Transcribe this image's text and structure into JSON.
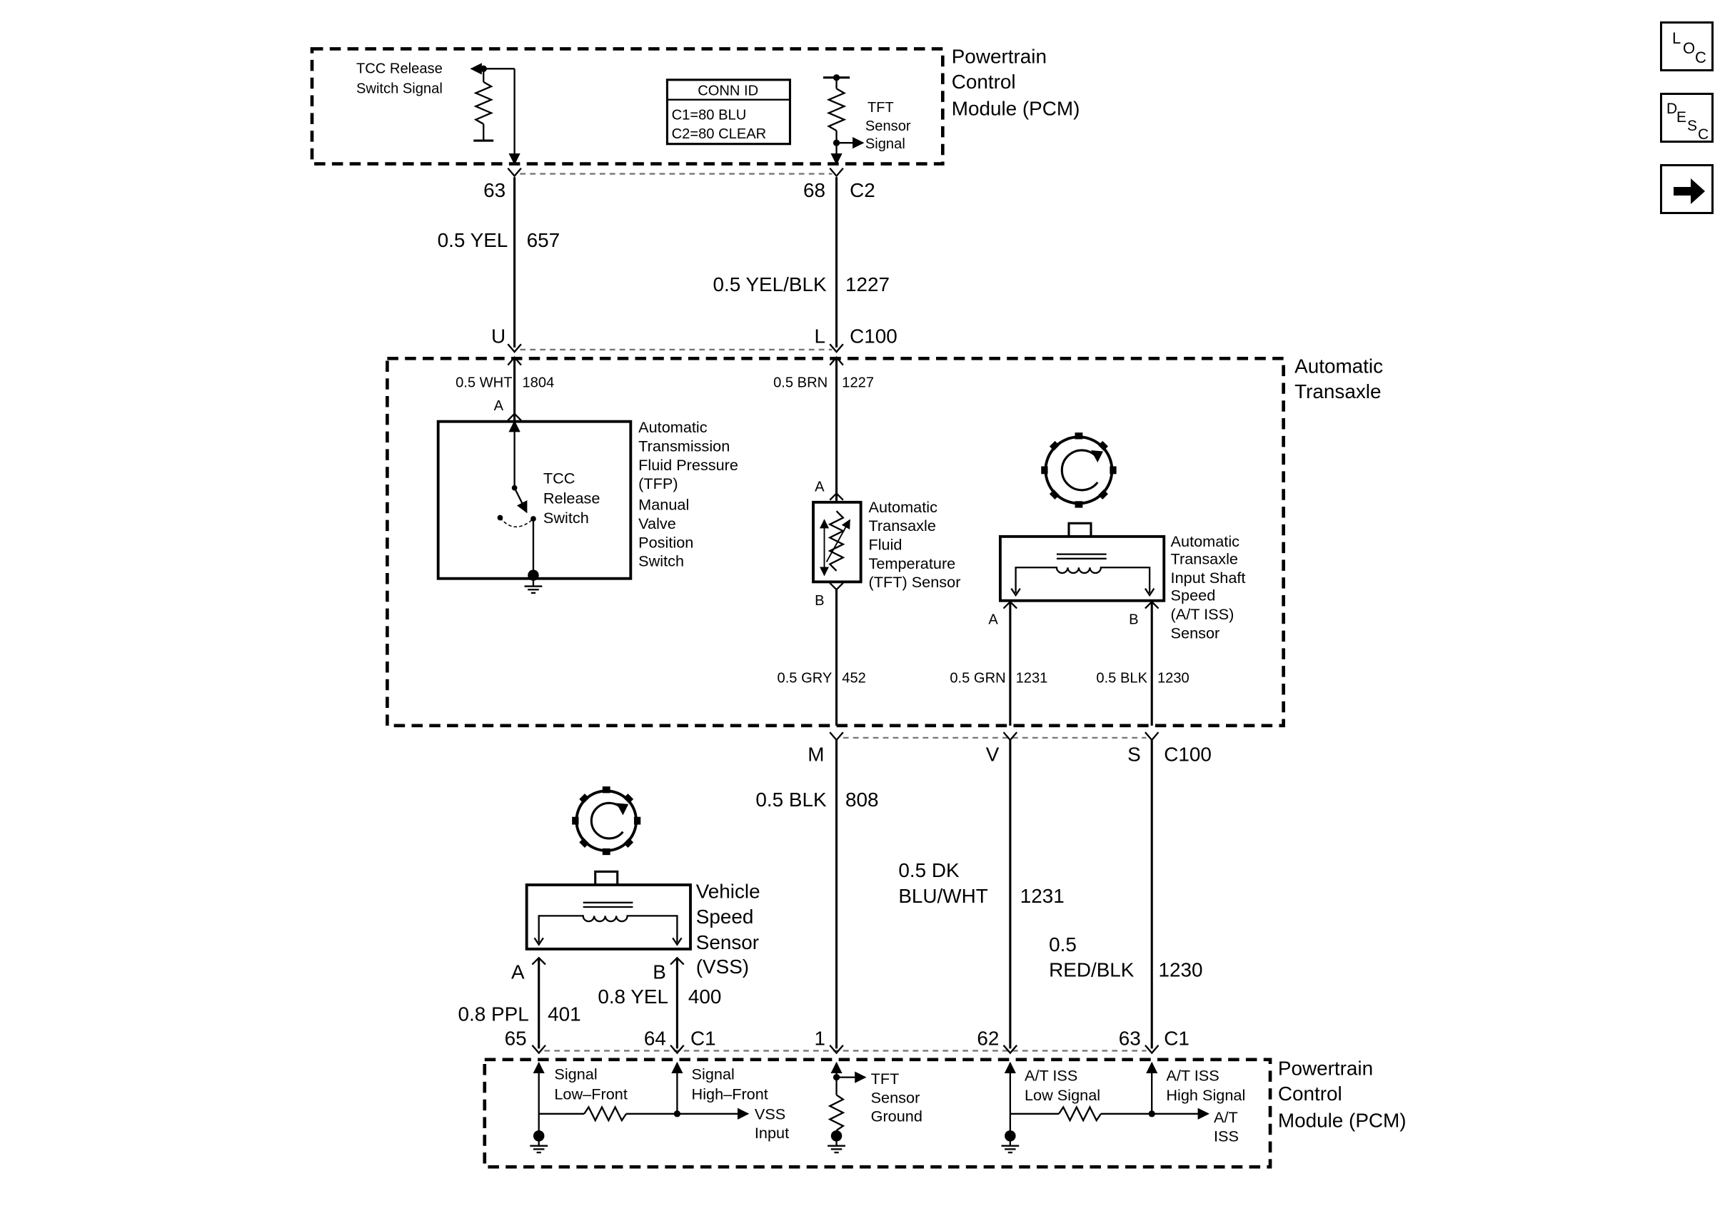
{
  "side_buttons": {
    "loc": {
      "l1": "L",
      "l2": "O",
      "l3": "C"
    },
    "desc": {
      "l1": "D",
      "l2": "E",
      "l3": "S",
      "l4": "C"
    },
    "next": {
      "icon": "arrow-right-icon"
    }
  },
  "pcm_top": {
    "title": [
      "Powertrain",
      "Control",
      "Module (PCM)"
    ],
    "tcc_signal": [
      "TCC Release",
      "Switch Signal"
    ],
    "tft_signal": [
      "TFT",
      "Sensor",
      "Signal"
    ],
    "conn_id": {
      "header": "CONN ID",
      "c1": "C1=80 BLU",
      "c2": "C2=80 CLEAR"
    }
  },
  "upper_wires": {
    "pin_63": "63",
    "pin_68": "68",
    "conn_c2": "C2",
    "w657_color": "0.5 YEL",
    "w657_num": "657",
    "w1227_color": "0.5 YEL/BLK",
    "w1227_num": "1227",
    "pin_u": "U",
    "pin_l": "L",
    "conn_c100": "C100"
  },
  "transaxle": {
    "title": [
      "Automatic",
      "Transaxle"
    ],
    "w1804_color": "0.5 WHT",
    "w1804_num": "1804",
    "w1227b_color": "0.5 BRN",
    "w1227b_num": "1227",
    "tfp_pin_a": "A",
    "tfp_label": [
      "Automatic",
      "Transmission",
      "Fluid Pressure",
      "(TFP)",
      "Manual",
      "Valve",
      "Position",
      "Switch"
    ],
    "tcc_switch_label": [
      "TCC",
      "Release",
      "Switch"
    ],
    "tft_pin_a": "A",
    "tft_pin_b": "B",
    "tft_label": [
      "Automatic",
      "Transaxle",
      "Fluid",
      "Temperature",
      "(TFT) Sensor"
    ],
    "iss_label": [
      "Automatic",
      "Transaxle",
      "Input Shaft",
      "Speed",
      "(A/T ISS)",
      "Sensor"
    ],
    "iss_pin_a": "A",
    "iss_pin_b": "B",
    "w452_color": "0.5 GRY",
    "w452_num": "452",
    "w1231_color": "0.5 GRN",
    "w1231_num": "1231",
    "w1230_color": "0.5 BLK",
    "w1230_num": "1230"
  },
  "lower_wires": {
    "pin_m": "M",
    "pin_v": "V",
    "pin_s": "S",
    "conn_c100": "C100",
    "w808_color": "0.5 BLK",
    "w808_num": "808",
    "w1231_color": [
      "0.5 DK",
      "BLU/WHT"
    ],
    "w1231_num": "1231",
    "w1230_color": [
      "0.5",
      "RED/BLK"
    ],
    "w1230_num": "1230",
    "vss_label": [
      "Vehicle",
      "Speed",
      "Sensor",
      "(VSS)"
    ],
    "vss_pin_a": "A",
    "vss_pin_b": "B",
    "w401_color": "0.8 PPL",
    "w401_num": "401",
    "w400_color": "0.8 YEL",
    "w400_num": "400",
    "pin_65": "65",
    "pin_64": "64",
    "pin_1": "1",
    "pin_62": "62",
    "pin_63": "63",
    "conn_c1": "C1"
  },
  "pcm_bottom": {
    "title": [
      "Powertrain",
      "Control",
      "Module (PCM)"
    ],
    "sig_low": [
      "Signal",
      "Low–Front"
    ],
    "sig_high": [
      "Signal",
      "High–Front"
    ],
    "vss_input": [
      "VSS",
      "Input"
    ],
    "tft_ground": [
      "TFT",
      "Sensor",
      "Ground"
    ],
    "iss_low": [
      "A/T ISS",
      "Low Signal"
    ],
    "iss_high": [
      "A/T ISS",
      "High Signal"
    ],
    "iss_out": [
      "A/T",
      "ISS"
    ]
  }
}
